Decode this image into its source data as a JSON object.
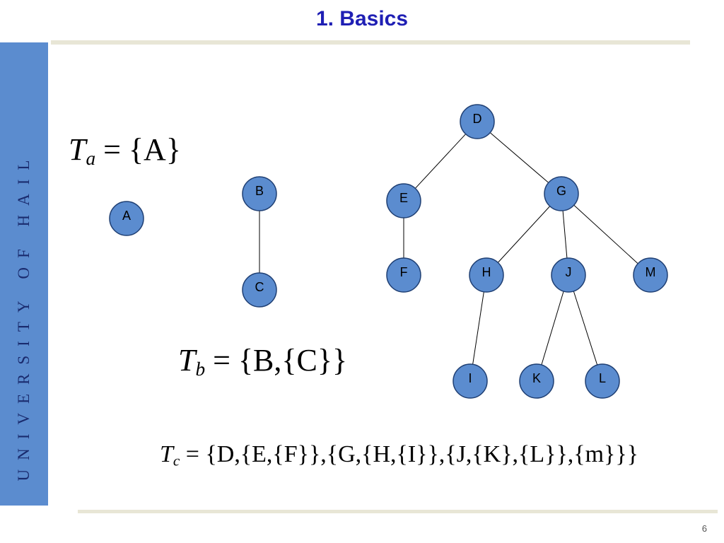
{
  "slide": {
    "title": "1. Basics",
    "sidebar_text": "UNIVERSITY OF HAIL",
    "page_number": "6"
  },
  "colors": {
    "title": "#1f1fb4",
    "sidebar": "#5b8ccf",
    "node_fill": "#5b8ccf",
    "node_stroke": "#1f3f73",
    "rule": "#e8e6d6"
  },
  "formulas": {
    "a": {
      "symbol": "T",
      "subscript": "a",
      "rhs": " = {A}"
    },
    "b": {
      "symbol": "T",
      "subscript": "b",
      "rhs": " = {B,{C}}"
    },
    "c": {
      "symbol": "T",
      "subscript": "c",
      "rhs": " = {D,{E,{F}},{G,{H,{I}},{J,{K},{L}},{m}}}"
    }
  },
  "trees": {
    "nodes": [
      "A",
      "B",
      "C",
      "D",
      "E",
      "F",
      "G",
      "H",
      "I",
      "J",
      "K",
      "L",
      "M"
    ],
    "edges": [
      [
        "B",
        "C"
      ],
      [
        "D",
        "E"
      ],
      [
        "D",
        "G"
      ],
      [
        "E",
        "F"
      ],
      [
        "G",
        "H"
      ],
      [
        "G",
        "J"
      ],
      [
        "G",
        "M"
      ],
      [
        "H",
        "I"
      ],
      [
        "J",
        "K"
      ],
      [
        "J",
        "L"
      ]
    ]
  }
}
